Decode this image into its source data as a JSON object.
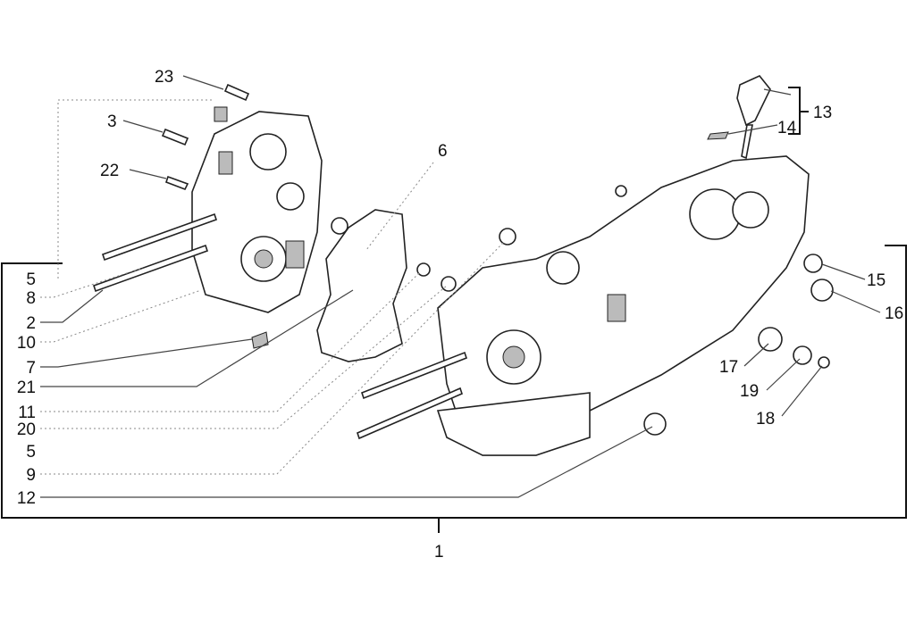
{
  "diagram": {
    "title_callout": "1",
    "group_callout": "13",
    "callouts": {
      "c23": "23",
      "c3": "3",
      "c22": "22",
      "c6": "6",
      "c14": "14",
      "c15": "15",
      "c16": "16",
      "c17": "17",
      "c19": "19",
      "c18": "18"
    },
    "left_column": [
      "5",
      "8",
      "2",
      "10",
      "7",
      "21",
      "11",
      "20",
      "5",
      "9",
      "12"
    ]
  }
}
